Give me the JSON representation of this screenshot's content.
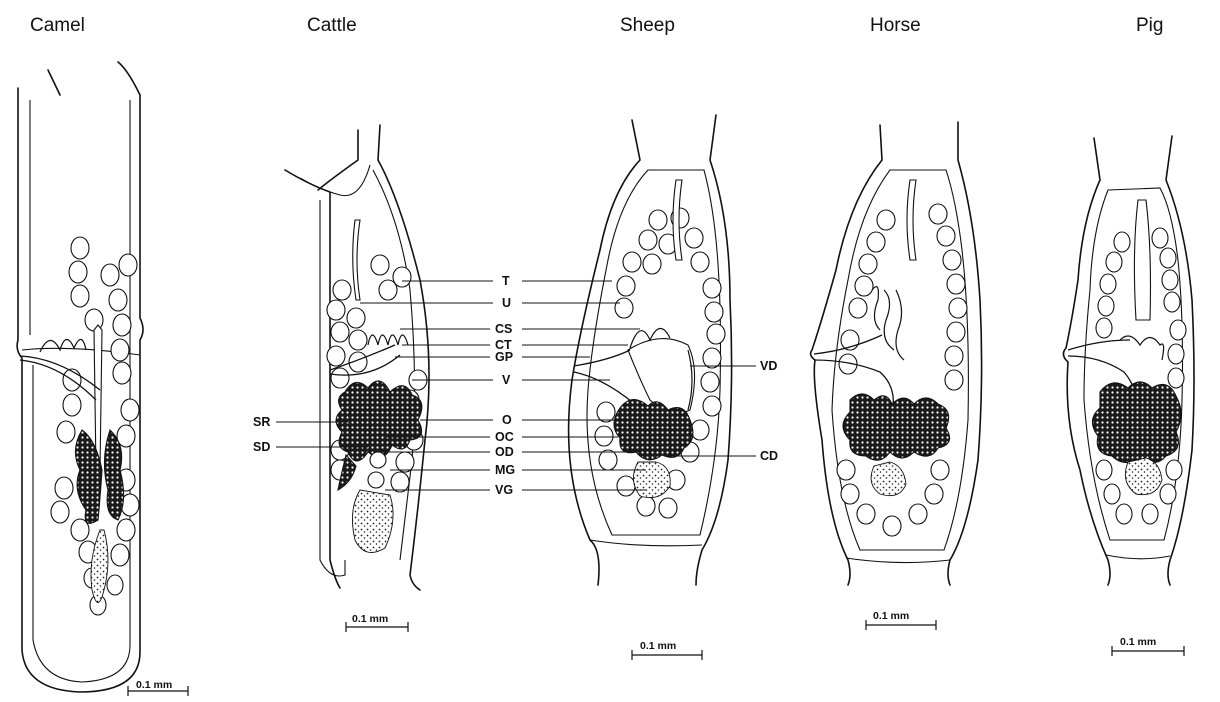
{
  "panels": [
    {
      "id": "camel",
      "title": "Camel",
      "scale": "0.1 mm"
    },
    {
      "id": "cattle",
      "title": "Cattle",
      "scale": "0.1 mm"
    },
    {
      "id": "sheep",
      "title": "Sheep",
      "scale": "0.1 mm"
    },
    {
      "id": "horse",
      "title": "Horse",
      "scale": "0.1 mm"
    },
    {
      "id": "pig",
      "title": "Pig",
      "scale": "0.1 mm"
    }
  ],
  "labels": {
    "T": "T",
    "U": "U",
    "CS": "CS",
    "CT": "CT",
    "GP": "GP",
    "V": "V",
    "O": "O",
    "OC": "OC",
    "OD": "OD",
    "MG": "MG",
    "VG": "VG",
    "SR": "SR",
    "SD": "SD",
    "VD": "VD",
    "CD": "CD"
  }
}
